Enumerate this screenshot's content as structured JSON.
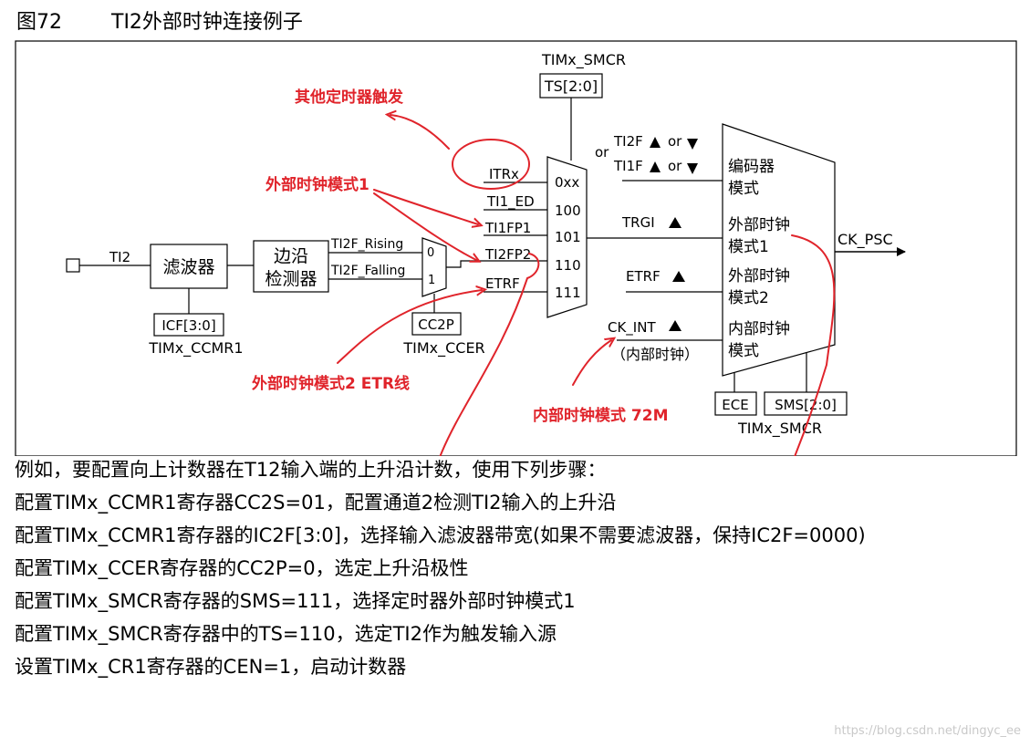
{
  "figure": {
    "number": "图72",
    "title": "TI2外部时钟连接例子"
  },
  "blocks": {
    "smcr_top_label": "TIMx_SMCR",
    "ts_field": "TS[2:0]",
    "input_label": "TI2",
    "filter": "滤波器",
    "edge_detector_line1": "边沿",
    "edge_detector_line2": "检测器",
    "icf_field": "ICF[3:0]",
    "ccmr1_label": "TIMx_CCMR1",
    "rising": "TI2F_Rising",
    "falling": "TI2F_Falling",
    "mux_in0": "0",
    "mux_in1": "1",
    "cc2p_field": "CC2P",
    "ccer_label": "TIMx_CCER",
    "trigger_inputs": [
      {
        "name": "ITRx",
        "code": "0xx"
      },
      {
        "name": "TI1_ED",
        "code": "100"
      },
      {
        "name": "TI1FP1",
        "code": "101"
      },
      {
        "name": "TI2FP2",
        "code": "110"
      },
      {
        "name": "ETRF",
        "code": "111"
      }
    ],
    "or_label": "or",
    "ti2f_label": "TI2F",
    "ti1f_label": "TI1F",
    "or_short": "or",
    "trgi": "TRGI",
    "etrf": "ETRF",
    "ck_int": "CK_INT",
    "internal_clock": "（内部时钟）",
    "modes": [
      {
        "line1": "编码器",
        "line2": "模式"
      },
      {
        "line1": "外部时钟",
        "line2": "模式1"
      },
      {
        "line1": "外部时钟",
        "line2": "模式2"
      },
      {
        "line1": "内部时钟",
        "line2": "模式"
      }
    ],
    "ck_psc": "CK_PSC",
    "ece_field": "ECE",
    "sms_field": "SMS[2:0]",
    "smcr_bottom_label": "TIMx_SMCR"
  },
  "annotations": {
    "other_timer_trigger": "其他定时器触发",
    "ext_clock_mode1": "外部时钟模式1",
    "ext_clock_mode2_etr": "外部时钟模式2  ETR线",
    "internal_clock_mode": "内部时钟模式  72M"
  },
  "body_text": [
    "例如，要配置向上计数器在T12输入端的上升沿计数，使用下列步骤：",
    "配置TIMx_CCMR1寄存器CC2S=01，配置通道2检测TI2输入的上升沿",
    "配置TIMx_CCMR1寄存器的IC2F[3:0]，选择输入滤波器带宽(如果不需要滤波器，保持IC2F=0000)",
    "配置TIMx_CCER寄存器的CC2P=0，选定上升沿极性",
    "配置TIMx_SMCR寄存器的SMS=111，选择定时器外部时钟模式1",
    "配置TIMx_SMCR寄存器中的TS=110，选定TI2作为触发输入源",
    "设置TIMx_CR1寄存器的CEN=1，启动计数器"
  ],
  "watermark": "https://blog.csdn.net/dingyc_ee",
  "colors": {
    "annotation": "#e0242b",
    "line": "#000000"
  }
}
